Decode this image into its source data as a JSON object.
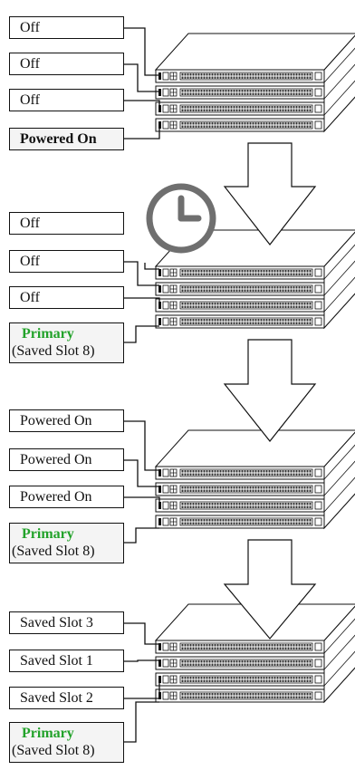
{
  "colors": {
    "primary": "#22a22a",
    "line": "#111111",
    "clock": "#6f6f6f"
  },
  "stage1": {
    "labels": [
      "Off",
      "Off",
      "Off",
      "Powered On"
    ]
  },
  "stage2": {
    "labels": [
      "Off",
      "Off",
      "Off"
    ],
    "primary": "Primary",
    "primary_sub": "(Saved Slot 8)",
    "icon": "clock-icon"
  },
  "stage3": {
    "labels": [
      "Powered On",
      "Powered On",
      "Powered On"
    ],
    "primary": "Primary",
    "primary_sub": "(Saved Slot 8)"
  },
  "stage4": {
    "labels": [
      "Saved Slot 3",
      "Saved Slot 1",
      "Saved Slot 2"
    ],
    "primary": "Primary",
    "primary_sub": "(Saved Slot 8)"
  }
}
